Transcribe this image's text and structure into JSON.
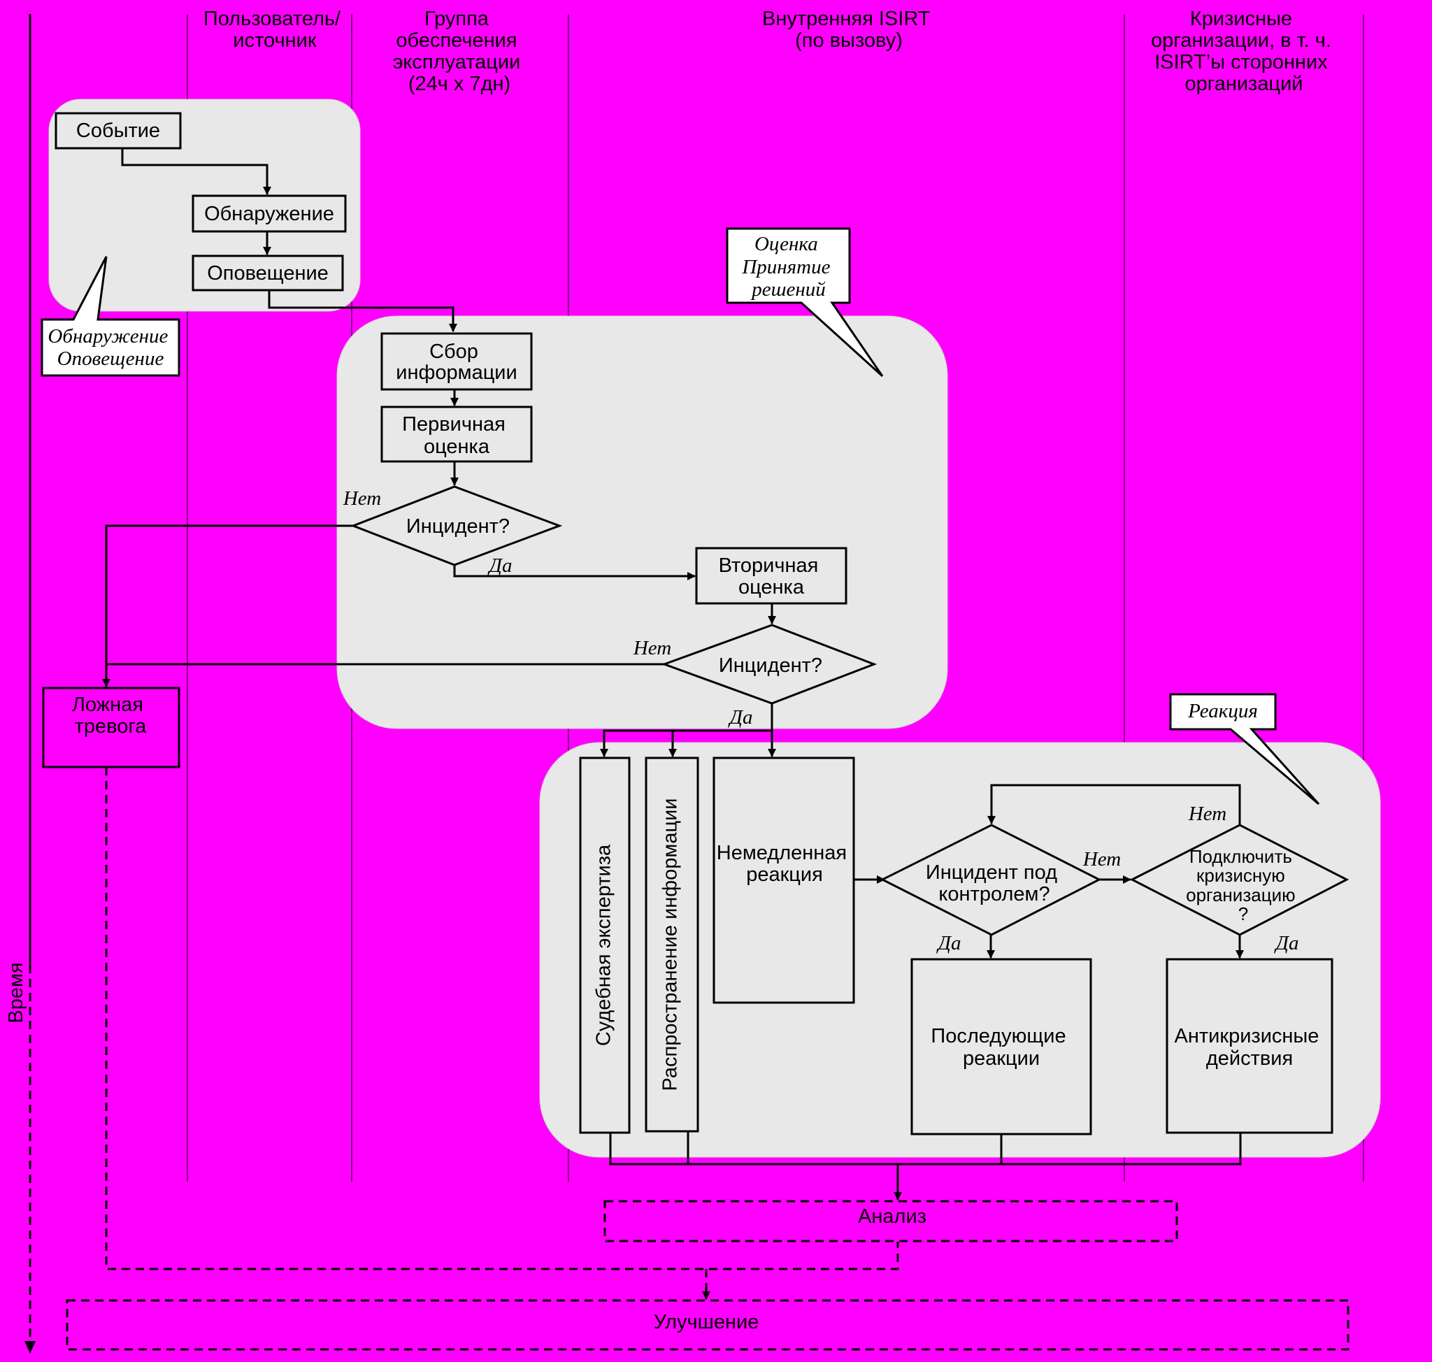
{
  "colors": {
    "background": "#ff00ff",
    "group_fill": "#e8e8e8",
    "box_fill": "#e8e8e8",
    "stroke": "#000000",
    "callout_fill": "#ffffff"
  },
  "time_axis_label": "Время",
  "lanes": [
    {
      "line1": "Пользователь/",
      "line2": "источник"
    },
    {
      "line1": "Группа",
      "line2": "обеспечения",
      "line3": "эксплуатации",
      "line4": "(24ч x 7дн)"
    },
    {
      "line1": "Внутренняя ISIRT",
      "line2": "(по вызову)"
    },
    {
      "line1": "Кризисные",
      "line2": "организации, в т. ч.",
      "line3": "ISIRT’ы сторонних",
      "line4": "организаций"
    }
  ],
  "callouts": {
    "detect": {
      "line1": "Обнаружение",
      "line2": "Оповещение"
    },
    "assess": {
      "line1": "Оценка",
      "line2": "Принятие",
      "line3": "решений"
    },
    "respond": {
      "line1": "Реакция"
    }
  },
  "boxes": {
    "event": "Событие",
    "detection": "Обнаружение",
    "notification": "Оповещение",
    "collect": {
      "line1": "Сбор",
      "line2": "информации"
    },
    "primary": {
      "line1": "Первичная",
      "line2": "оценка"
    },
    "incident1": "Инцидент?",
    "secondary": {
      "line1": "Вторичная",
      "line2": "оценка"
    },
    "incident2": "Инцидент?",
    "false_alarm": {
      "line1": "Ложная",
      "line2": "тревога"
    },
    "forensics": "Судебная экспертиза",
    "distribution": "Распространение информации",
    "immediate": {
      "line1": "Немедленная",
      "line2": "реакция"
    },
    "under_control": {
      "line1": "Инцидент под",
      "line2": "контролем?"
    },
    "crisis_q": {
      "line1": "Подключить",
      "line2": "кризисную",
      "line3": "организацию",
      "line4": "?"
    },
    "subsequent": {
      "line1": "Последующие",
      "line2": "реакции"
    },
    "anticrisis": {
      "line1": "Антикризисные",
      "line2": "действия"
    },
    "analysis": "Анализ",
    "improvement": "Улучшение"
  },
  "branch_labels": {
    "yes": "Да",
    "no": "Нет"
  }
}
